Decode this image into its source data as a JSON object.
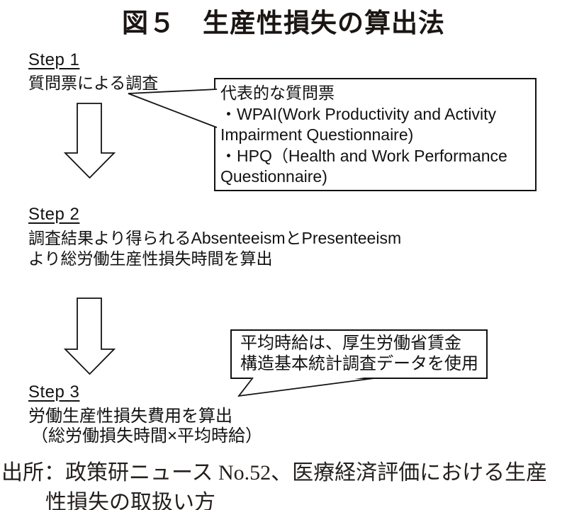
{
  "figure_title": "図５　生産性損失の算出法",
  "steps": [
    {
      "label": "Step 1",
      "lines": [
        "質問票による調査"
      ]
    },
    {
      "label": "Step 2",
      "lines": [
        "調査結果より得られるAbsenteeismとPresenteeism",
        "より総労働生産性損失時間を算出"
      ]
    },
    {
      "label": "Step 3",
      "lines": [
        "労働生産性損失費用を算出",
        "（総労働損失時間×平均時給）"
      ]
    }
  ],
  "callouts": [
    {
      "lines": [
        "代表的な質問票",
        "・WPAI(Work Productivity and Activity",
        "Impairment Questionnaire)",
        "・HPQ（Health and Work Performance",
        "Questionnaire)"
      ]
    },
    {
      "lines": [
        "平均時給は、厚生労働省賃金",
        "構造基本統計調査データを使用"
      ]
    }
  ],
  "source": {
    "line1": "出所：政策研ニュース No.52、医療経済評価における生産",
    "line2": "性損失の取扱い方"
  },
  "colors": {
    "ink": "#121212",
    "background": "#ffffff"
  }
}
